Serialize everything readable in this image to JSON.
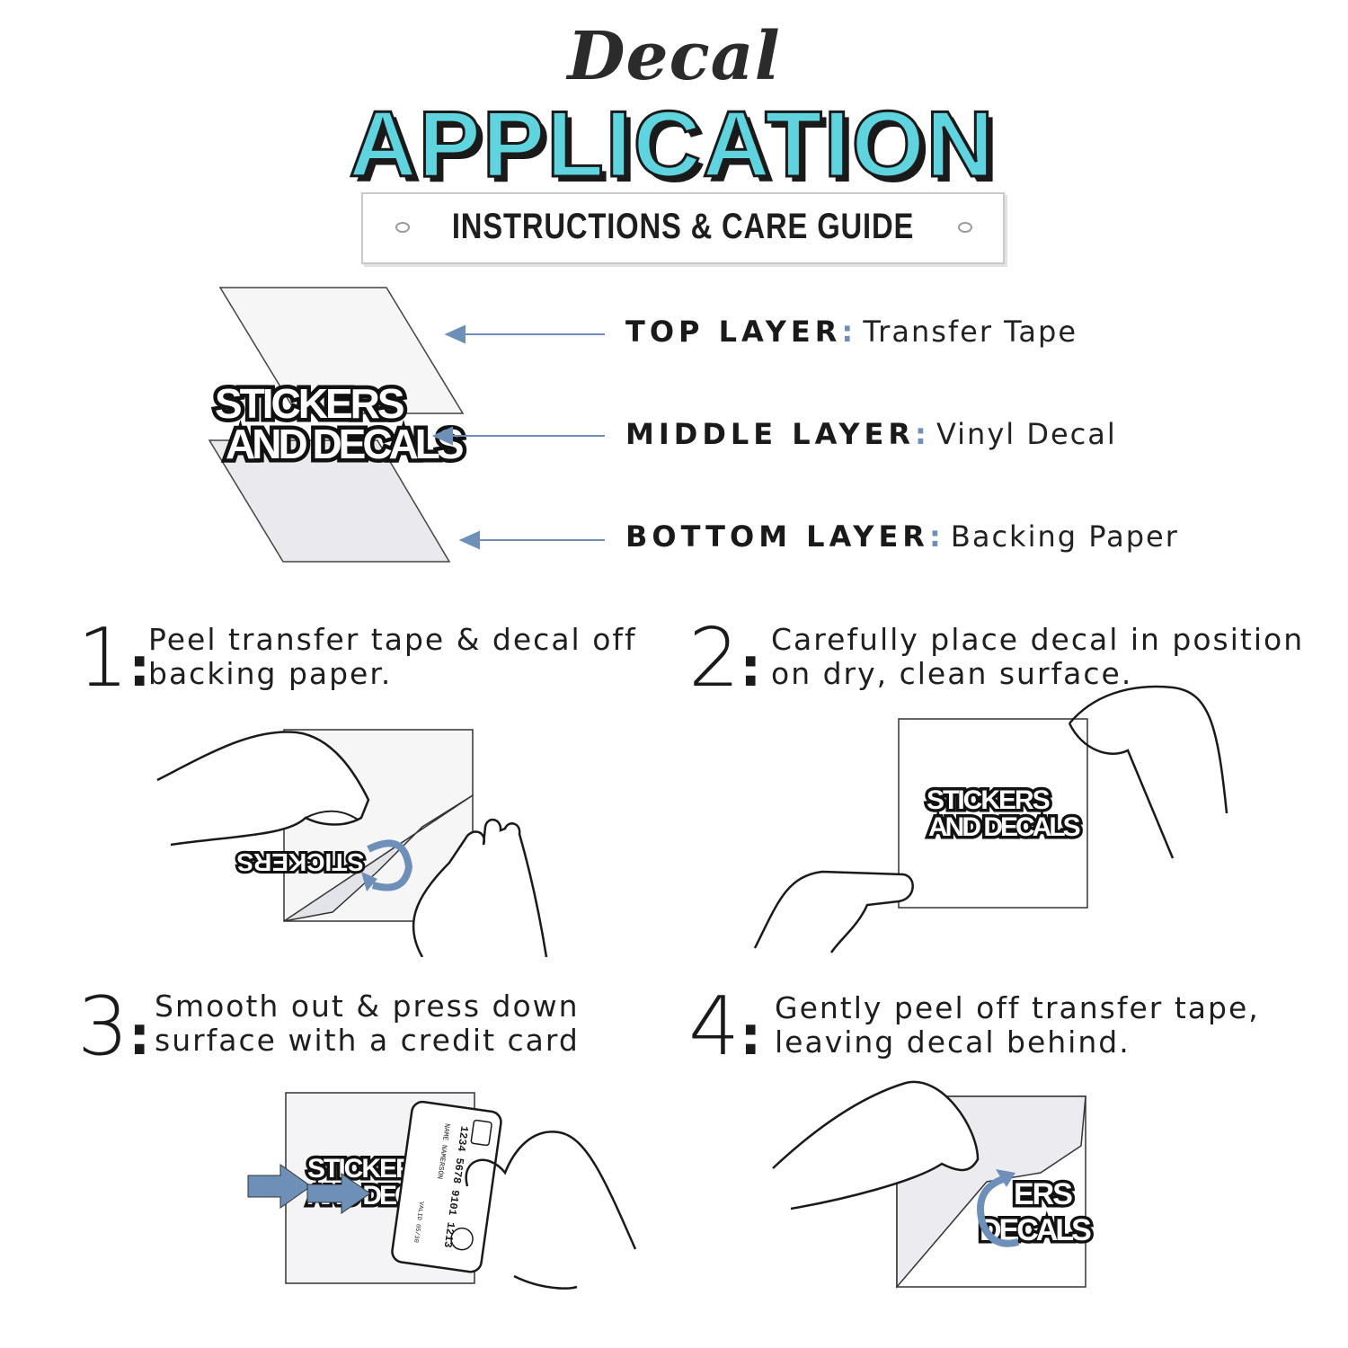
{
  "header": {
    "script_title": "Decal",
    "main_title": "APPLICATION",
    "banner": "INSTRUCTIONS & CARE GUIDE"
  },
  "decal_text": {
    "line1": "STICKERS",
    "line2": "AND DECALS"
  },
  "layers": [
    {
      "key": "TOP LAYER",
      "value": "Transfer Tape"
    },
    {
      "key": "MIDDLE LAYER",
      "value": "Vinyl Decal"
    },
    {
      "key": "BOTTOM LAYER",
      "value": "Backing Paper"
    }
  ],
  "steps": [
    {
      "number": "1",
      "lines": [
        "Peel transfer tape & decal off",
        "backing paper."
      ]
    },
    {
      "number": "2",
      "lines": [
        "Carefully place decal in position",
        "on dry, clean surface."
      ]
    },
    {
      "number": "3",
      "lines": [
        "Smooth out & press down",
        "surface with a credit card"
      ]
    },
    {
      "number": "4",
      "lines": [
        "Gently peel off transfer tape,",
        "leaving decal behind."
      ]
    }
  ],
  "credit_card": {
    "number": "1234 5678 9101 1213",
    "name": "NAME NAMERSON",
    "valid": "VALID 05/30"
  },
  "colors": {
    "accent_teal": "#5fd3de",
    "arrow_blue": "#6d8fb8",
    "ink": "#1a1a1a"
  }
}
